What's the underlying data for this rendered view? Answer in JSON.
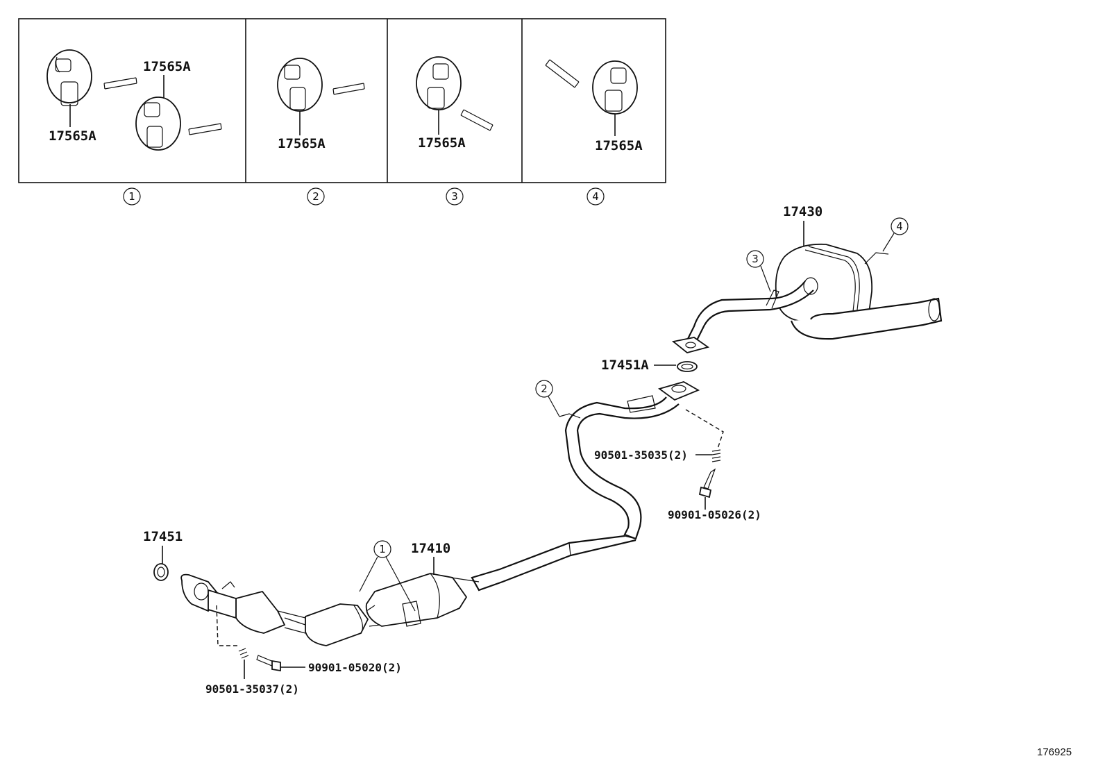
{
  "labels": {
    "hanger_a1": "17565A",
    "hanger_a2": "17565A",
    "hanger_a3": "17565A",
    "hanger_a4": "17565A",
    "hanger_a5": "17565A",
    "muffler": "17430",
    "gasket_rear": "17451A",
    "gasket_front": "17451",
    "front_pipe": "17410",
    "spring_rear": "90501-35035(2)",
    "bolt_rear": "90901-05026(2)",
    "bolt_front": "90901-05020(2)",
    "spring_front": "90501-35037(2)"
  },
  "detail_numbers": [
    "1",
    "2",
    "3",
    "4"
  ],
  "callout_numbers": [
    "1",
    "2",
    "3",
    "4"
  ],
  "diagram_id": "176925"
}
